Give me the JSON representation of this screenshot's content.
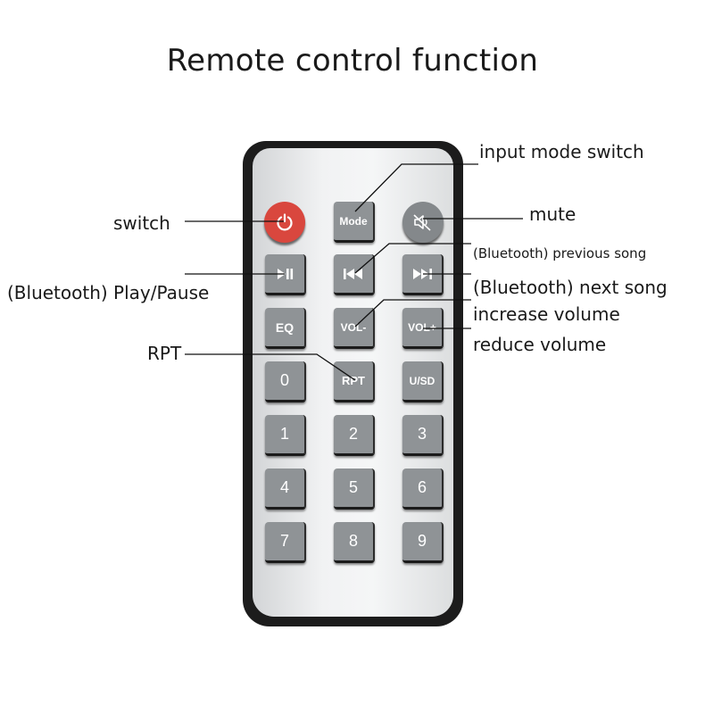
{
  "title": "Remote control function",
  "labels": {
    "input_mode_switch": "input mode switch",
    "switch": "switch",
    "mute": "mute",
    "previous_song": "(Bluetooth) previous song",
    "play_pause": "(Bluetooth) Play/Pause",
    "next_song": "(Bluetooth) next song",
    "increase_volume": "increase volume",
    "reduce_volume": "reduce volume",
    "rpt": "RPT"
  },
  "buttons": {
    "mode": "Mode",
    "eq": "EQ",
    "vol_minus": "VOL-",
    "vol_plus": "VOL+",
    "rpt": "RPT",
    "usd": "U/SD",
    "n0": "0",
    "n1": "1",
    "n2": "2",
    "n3": "3",
    "n4": "4",
    "n5": "5",
    "n6": "6",
    "n7": "7",
    "n8": "8",
    "n9": "9"
  },
  "icons": {
    "power": "power-icon",
    "mute": "speaker-mute-icon",
    "play_pause": "play-pause-icon",
    "previous": "skip-previous-icon",
    "next": "skip-next-icon"
  },
  "colors": {
    "power_button": "#d9473e",
    "button_gray": "#8f9396",
    "remote_frame": "#1c1c1c",
    "remote_face": "#f1f2f3"
  }
}
